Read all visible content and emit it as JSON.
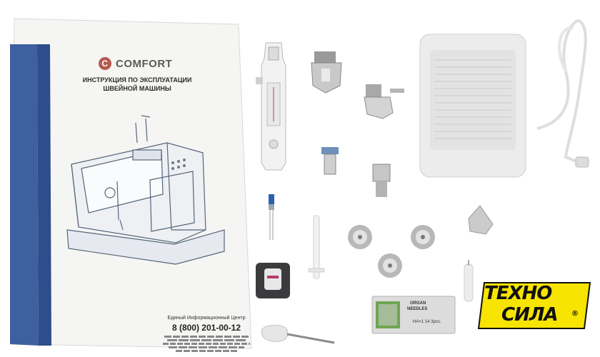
{
  "manual": {
    "brand": "COMFORT",
    "brand_logo_letter": "C",
    "title_line1": "ИНСТРУКЦИЯ ПО ЭКСПЛУАТАЦИИ",
    "title_line2": "ШВЕЙНОЙ МАШИНЫ",
    "info_center_label": "Единый Информационный Центр",
    "phone": "8 (800) 201-00-12"
  },
  "needle_pack": {
    "line1": "ORGAN",
    "line2": "NEEDLES",
    "line3": "HA×1  14  3pcs."
  },
  "store_logo": {
    "line1": "ТЕХНО",
    "line2": "СИЛА",
    "mark": "®"
  },
  "colors": {
    "logo_yellow": "#f7e400",
    "manual_blue": "#3e5fa0",
    "brand_red": "#b45a4f"
  }
}
